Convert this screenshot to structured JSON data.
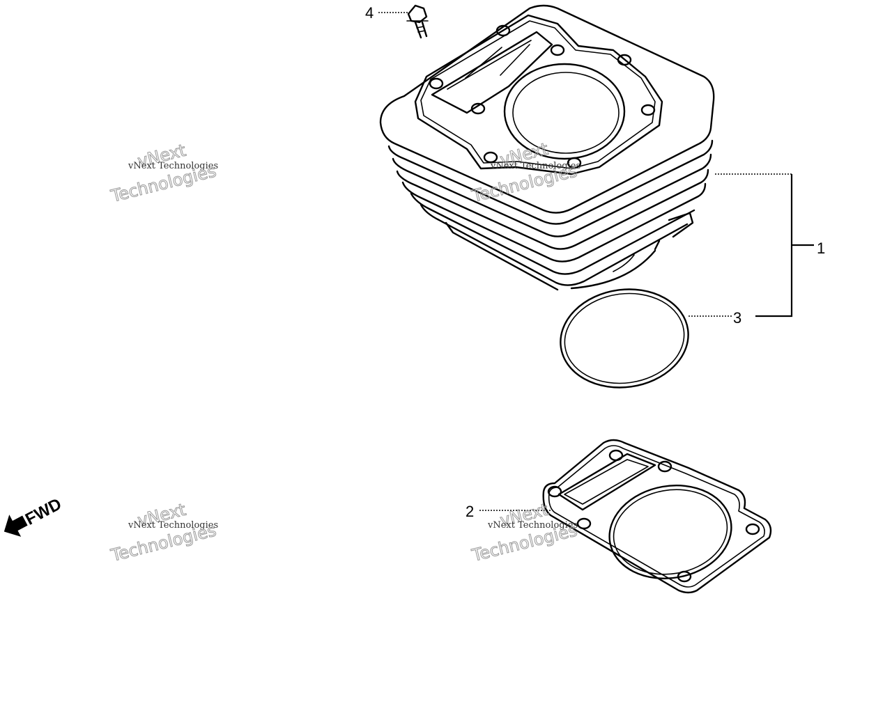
{
  "callouts": {
    "part_1": "1",
    "part_2": "2",
    "part_3": "3",
    "part_4": "4"
  },
  "direction": {
    "label": "FWD",
    "icon": "arrow-left-icon"
  },
  "watermark": {
    "line1": "vNext",
    "line2": "vNext Technologies",
    "line3": "Technologies"
  }
}
